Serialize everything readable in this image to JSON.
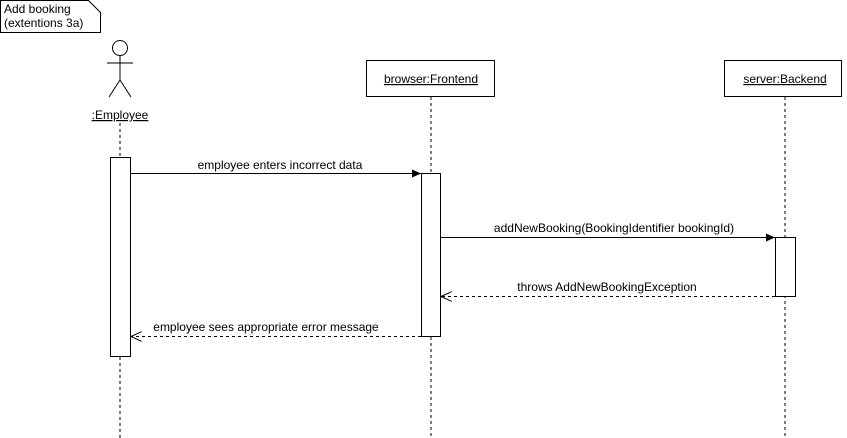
{
  "frame": {
    "title_line1": "Add booking",
    "title_line2": "(extentions 3a)"
  },
  "actors": [
    {
      "label": ":Employee",
      "kind": "actor-stick-figure"
    },
    {
      "label": "browser:Frontend",
      "kind": "participant-box"
    },
    {
      "label": "server:Backend",
      "kind": "participant-box"
    }
  ],
  "messages": [
    {
      "label": "employee enters incorrect data",
      "style": "solid",
      "from": ":Employee",
      "to": "browser:Frontend"
    },
    {
      "label": "addNewBooking(BookingIdentifier bookingId)",
      "style": "solid",
      "from": "browser:Frontend",
      "to": "server:Backend"
    },
    {
      "label": "throws AddNewBookingException",
      "style": "dashed-return",
      "from": "server:Backend",
      "to": "browser:Frontend"
    },
    {
      "label": "employee sees appropriate error message",
      "style": "dashed-return",
      "from": "browser:Frontend",
      "to": ":Employee"
    }
  ],
  "colors": {
    "stroke": "#000000",
    "background": "#ffffff"
  }
}
